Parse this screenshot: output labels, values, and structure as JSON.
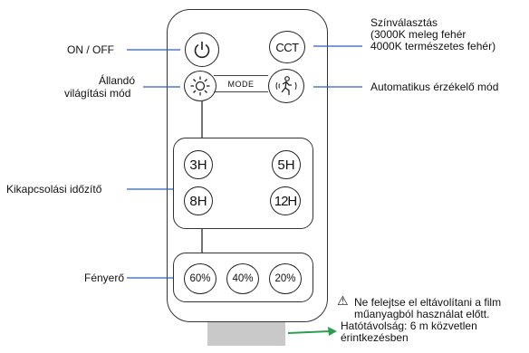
{
  "buttons": {
    "power_icon": "power-icon",
    "cct": "CCT",
    "sun_icon": "sun-icon",
    "sensor_icon": "motion-sensor-icon",
    "mode": "MODE",
    "t3": "3H",
    "t5": "5H",
    "t8": "8H",
    "t12": "12H",
    "b60": "60%",
    "b40": "40%",
    "b20": "20%"
  },
  "labels": {
    "on_off": "ON / OFF",
    "constant_line1": "Állandó",
    "constant_line2": "világítási mód",
    "timer": "Kikapcsolási időzítő",
    "brightness": "Fényerő",
    "color_title": "Színválasztás",
    "color_line1": "(3000K meleg fehér",
    "color_line2": "4000K természetes fehér)",
    "auto": "Automatikus érzékelő mód",
    "warning_symbol": "⚠",
    "warning_line1": "Ne felejtse el eltávolítani a film",
    "warning_line2": "műanyagból használat előtt.",
    "warning_line3": "Hatótávolság: 6 m közvetlen",
    "warning_line4": "érintkezésben"
  },
  "colors": {
    "line": "#2a62b8",
    "arrow": "#2e9e4f",
    "tab": "#c9c9c9"
  }
}
